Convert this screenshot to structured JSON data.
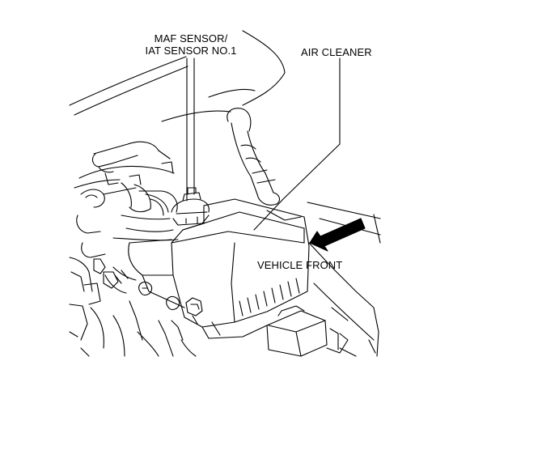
{
  "diagram": {
    "labels": {
      "maf_sensor_line1": "MAF SENSOR/",
      "maf_sensor_line2": "IAT SENSOR NO.1",
      "air_cleaner": "AIR CLEANER",
      "vehicle_front": "VEHICLE FRONT"
    },
    "colors": {
      "line": "#000000",
      "background": "#ffffff",
      "arrow_fill": "#000000"
    }
  }
}
